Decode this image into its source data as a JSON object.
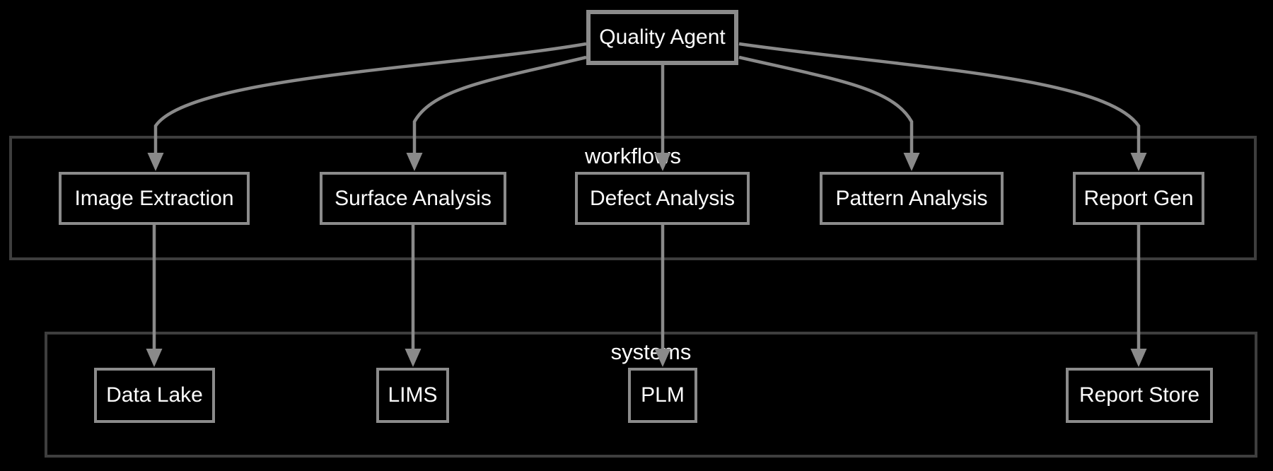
{
  "diagram": {
    "title": "Quality Agent workflow diagram",
    "colors": {
      "background": "#000000",
      "edge": "#8a8a8a",
      "node_border": "#8b8b8b",
      "root_node_border": "#8a8a8a",
      "cluster_border": "#3e3e3e",
      "text": "#fdfdfd"
    },
    "nodes": {
      "quality_agent": {
        "label": "Quality Agent"
      },
      "image_extraction": {
        "label": "Image Extraction"
      },
      "surface_analysis": {
        "label": "Surface Analysis"
      },
      "defect_analysis": {
        "label": "Defect Analysis"
      },
      "pattern_analysis": {
        "label": "Pattern Analysis"
      },
      "report_gen": {
        "label": "Report Gen"
      },
      "data_lake": {
        "label": "Data Lake"
      },
      "lims": {
        "label": "LIMS"
      },
      "plm": {
        "label": "PLM"
      },
      "report_store": {
        "label": "Report Store"
      }
    },
    "clusters": {
      "workflows": {
        "label": "workflows",
        "nodes": [
          "image_extraction",
          "surface_analysis",
          "defect_analysis",
          "pattern_analysis",
          "report_gen"
        ]
      },
      "systems": {
        "label": "systems",
        "nodes": [
          "data_lake",
          "lims",
          "plm",
          "report_store"
        ]
      }
    },
    "edges": [
      {
        "from": "quality_agent",
        "to": "image_extraction"
      },
      {
        "from": "quality_agent",
        "to": "surface_analysis"
      },
      {
        "from": "quality_agent",
        "to": "defect_analysis"
      },
      {
        "from": "quality_agent",
        "to": "pattern_analysis"
      },
      {
        "from": "quality_agent",
        "to": "report_gen"
      },
      {
        "from": "image_extraction",
        "to": "data_lake"
      },
      {
        "from": "surface_analysis",
        "to": "lims"
      },
      {
        "from": "defect_analysis",
        "to": "plm"
      },
      {
        "from": "report_gen",
        "to": "report_store"
      }
    ]
  }
}
